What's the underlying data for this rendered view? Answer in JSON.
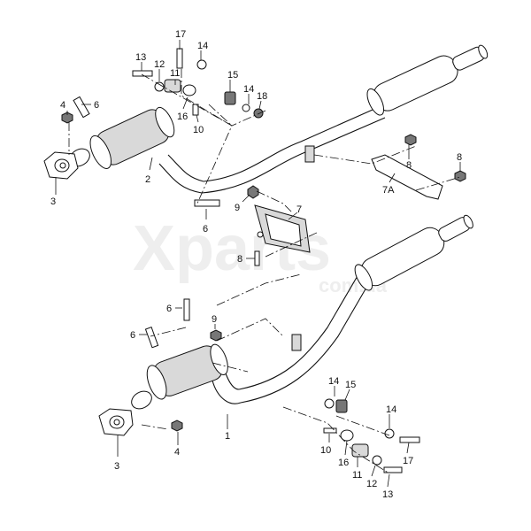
{
  "watermark": {
    "main": "Xparts",
    "sub": "com.ua"
  },
  "top_assembly": {
    "callouts": {
      "c17": "17",
      "c14a": "14",
      "c13": "13",
      "c12": "12",
      "c11": "11",
      "c15": "15",
      "c14b": "14",
      "c18": "18",
      "c6a": "6",
      "c4": "4",
      "c16": "16",
      "c10": "10",
      "c2": "2",
      "c3": "3",
      "c9": "9",
      "c6b": "6",
      "c7": "7",
      "c8a": "8",
      "c8b": "8",
      "c8c": "8",
      "c7a": "7A"
    }
  },
  "bottom_assembly": {
    "callouts": {
      "c6a": "6",
      "c6b": "6",
      "c9": "9",
      "c4": "4",
      "c3": "3",
      "c1": "1",
      "c14a": "14",
      "c15": "15",
      "c14b": "14",
      "c10": "10",
      "c16": "16",
      "c11": "11",
      "c12": "12",
      "c13": "13",
      "c17": "17"
    }
  }
}
